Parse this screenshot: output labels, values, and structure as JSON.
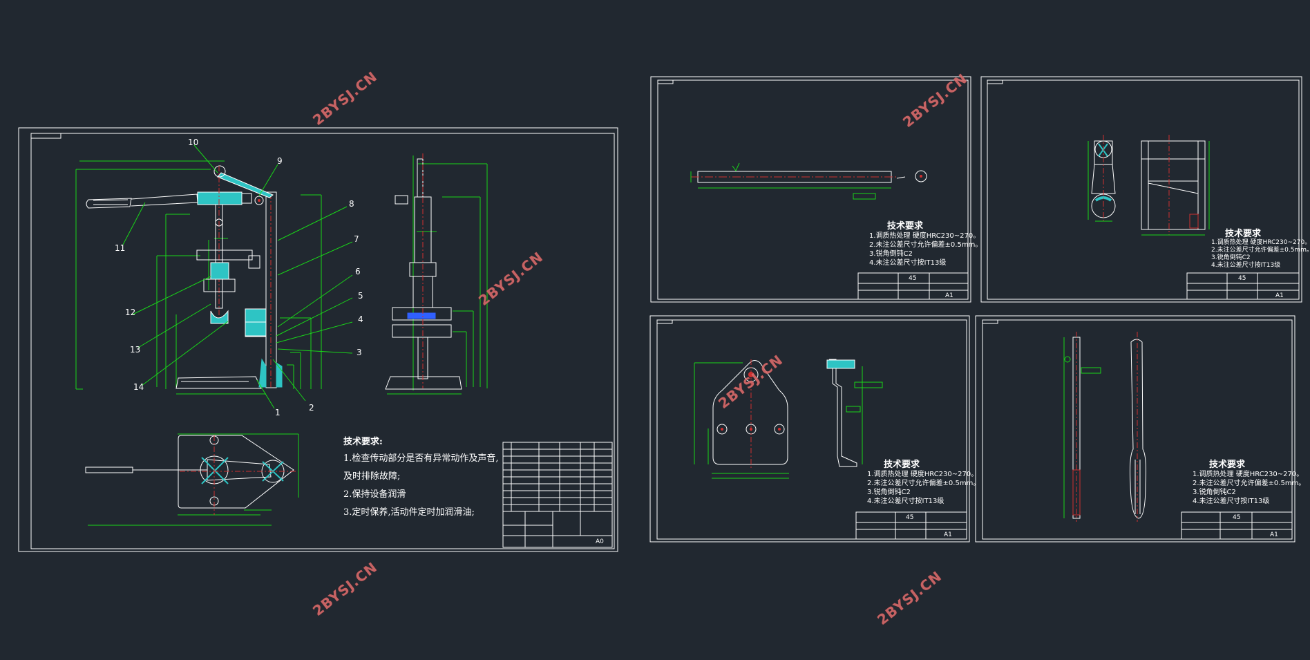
{
  "watermark_text": "2BYSJ.CN",
  "colors": {
    "background": "#212830",
    "frame": "#ffffff",
    "dimension": "#19d619",
    "section_fill": "#2ec4c4",
    "centerline": "#d03030",
    "highlight": "#3060ff",
    "watermark": "#d86a6a"
  },
  "main_drawing": {
    "part_numbers": [
      "1",
      "2",
      "3",
      "4",
      "5",
      "6",
      "7",
      "8",
      "9",
      "10",
      "11",
      "12",
      "13",
      "14"
    ],
    "requirements": {
      "title": "技术要求:",
      "lines": [
        "1.检查传动部分是否有异常动作及声音,",
        "及时排除故障;",
        "2.保持设备润滑",
        "3.定时保养,活动件定时加润滑油;"
      ]
    },
    "title_block": {
      "sheet": "A0"
    }
  },
  "sheets": [
    {
      "requirements": {
        "title": "技术要求",
        "lines": [
          "1.调质热处理  硬度HRC230~270。",
          "2.未注公差尺寸允许偏差±0.5mm。",
          "3.锐角倒钝C2",
          "4.未注公差尺寸按IT13级"
        ]
      },
      "title_block": {
        "material": "45",
        "sheet": "A1"
      }
    },
    {
      "requirements": {
        "title": "技术要求",
        "lines": [
          "1.调质热处理  硬度HRC230~270。",
          "2.未注公差尺寸允许偏差±0.5mm。",
          "3.锐角倒钝C2",
          "4.未注公差尺寸按IT13级"
        ]
      },
      "title_block": {
        "material": "45",
        "sheet": "A1"
      }
    },
    {
      "requirements": {
        "title": "技术要求",
        "lines": [
          "1.调质热处理  硬度HRC230~270。",
          "2.未注公差尺寸允许偏差±0.5mm。",
          "3.锐角倒钝C2",
          "4.未注公差尺寸按IT13级"
        ]
      },
      "title_block": {
        "material": "45",
        "sheet": "A1"
      }
    },
    {
      "requirements": {
        "title": "技术要求",
        "lines": [
          "1.调质热处理  硬度HRC230~270。",
          "2.未注公差尺寸允许偏差±0.5mm。",
          "3.锐角倒钝C2",
          "4.未注公差尺寸按IT13级"
        ]
      },
      "title_block": {
        "material": "45",
        "sheet": "A1"
      }
    }
  ]
}
